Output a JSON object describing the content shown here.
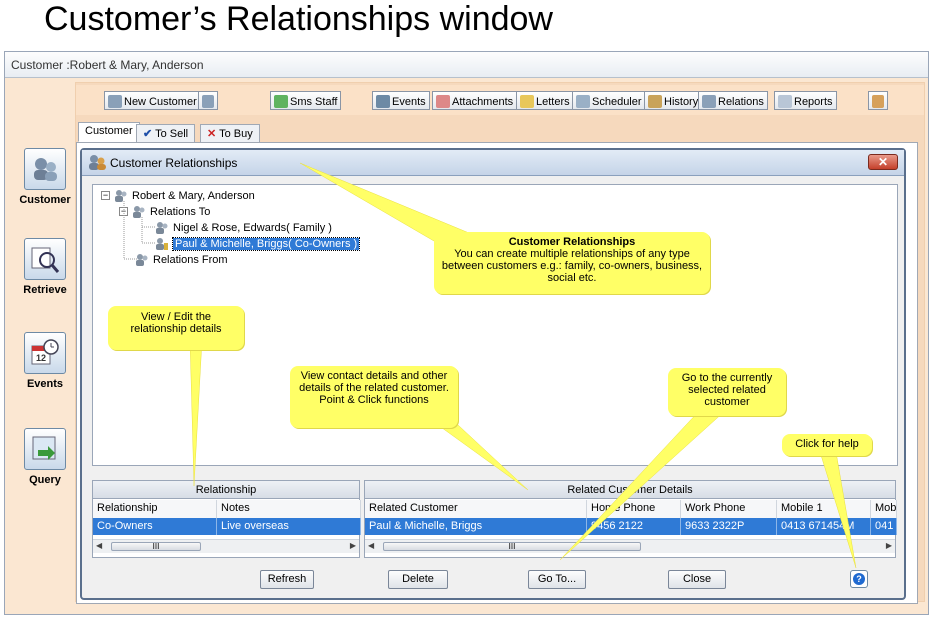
{
  "page_title": "Customer’s Relationships window",
  "outer_window_title": "Customer :Robert & Mary, Anderson",
  "left_nav": [
    {
      "label": "Customer",
      "icon": "customer-icon"
    },
    {
      "label": "Retrieve",
      "icon": "retrieve-icon"
    },
    {
      "label": "Events",
      "icon": "events-icon"
    },
    {
      "label": "Query",
      "icon": "query-icon"
    }
  ],
  "toolbar": {
    "new_customer": "New Customer",
    "sms_staff": "Sms Staff",
    "events": "Events",
    "attachments": "Attachments",
    "letters": "Letters",
    "scheduler": "Scheduler",
    "history": "History",
    "relations": "Relations",
    "reports": "Reports"
  },
  "tabs": [
    "Customer",
    "To Sell",
    "To Buy"
  ],
  "dialog": {
    "title": "Customer Relationships",
    "close_label": "✕"
  },
  "tree": {
    "root": "Robert & Mary, Anderson",
    "relations_to": "Relations To",
    "child1": "Nigel & Rose, Edwards( Family )",
    "child2": "Paul & Michelle, Briggs( Co-Owners )",
    "relations_from": "Relations From"
  },
  "relationship_grid": {
    "header": "Relationship",
    "columns": [
      "Relationship",
      "Notes"
    ],
    "rows": [
      [
        "Co-Owners",
        "Live overseas"
      ]
    ]
  },
  "related_grid": {
    "header": "Related Customer Details",
    "columns": [
      "Related Customer",
      "Home Phone",
      "Work Phone",
      "Mobile 1",
      "Mob"
    ],
    "rows": [
      [
        "Paul & Michelle, Briggs",
        "9456 2122",
        "9633 2322P",
        "0413 671454M",
        "041"
      ]
    ]
  },
  "buttons": {
    "refresh": "Refresh",
    "delete": "Delete",
    "goto": "Go To...",
    "close": "Close",
    "help": "?"
  },
  "scroll_thumb": "III",
  "callouts": {
    "relationships_title": "Customer Relationships",
    "relationships_body": "You can create multiple relationships of any type between customers e.g.: family, co-owners, business, social etc.",
    "view_edit": "View / Edit the relationship  details",
    "view_contact": "View contact details and other details of the related customer. Point & Click functions",
    "goto": "Go to the currently selected related customer",
    "help": "Click for help"
  },
  "colors": {
    "accent_blue": "#2f7ad6",
    "callout_yellow": "#ffff66",
    "panel_peach": "#f6d9bd"
  }
}
